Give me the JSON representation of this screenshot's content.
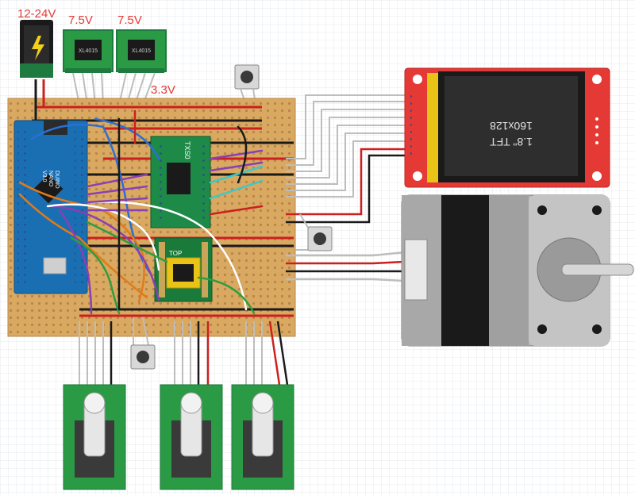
{
  "labels": {
    "supply_voltage": "12-24V",
    "reg1_voltage": "7.5V",
    "reg2_voltage": "7.5V",
    "logic_voltage": "3.3V"
  },
  "regulators": {
    "chip_text": "XL4015"
  },
  "arduino": {
    "line1": "DUINO",
    "line2": "NANO",
    "line3": "V3.0"
  },
  "driver_board": {
    "name": "TXS0",
    "top_label": "TOP"
  },
  "display": {
    "size_text": "1.8\" TFT",
    "resolution_text": "160x128"
  },
  "colors": {
    "stripboard": "#d9a861",
    "pcb_green": "#1e7a3e",
    "arduino_blue": "#1a6fb3",
    "tft_red": "#e53935",
    "label_red": "#e53935",
    "wire_red": "#cc1f1f",
    "wire_black": "#1a1a1a",
    "wire_blue": "#2a6fd6",
    "wire_purple": "#8a3fb5",
    "wire_green": "#2e9e3e",
    "wire_orange": "#e07b1a",
    "wire_cyan": "#3cc8c8",
    "motor_grey": "#9e9e9e"
  }
}
